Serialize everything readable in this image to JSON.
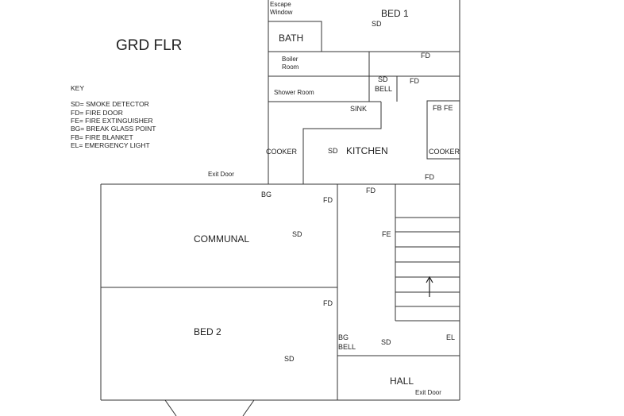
{
  "title": "GRD FLR",
  "key": {
    "heading": "KEY",
    "items": [
      "SD= SMOKE DETECTOR",
      "FD= FIRE DOOR",
      "FE= FIRE EXTINGUISHER",
      "BG= BREAK GLASS POINT",
      "FB= FIRE BLANKET",
      "EL= EMERGENCY LIGHT"
    ]
  },
  "rooms": {
    "bed1": "BED 1",
    "bath": "BATH",
    "boiler_room": "Boiler Room",
    "shower_room": "Shower Room",
    "sink": "SINK",
    "kitchen": "KITCHEN",
    "cooker": "COOKER",
    "communal": "COMMUNAL",
    "bed2": "BED 2",
    "hall": "HALL"
  },
  "labels": {
    "escape_window": "Escape Window",
    "exit_door": "Exit Door",
    "sd": "SD",
    "fd": "FD",
    "fe": "FE",
    "fb_fe": "FB FE",
    "bg": "BG",
    "bell": "BELL",
    "el": "EL"
  }
}
